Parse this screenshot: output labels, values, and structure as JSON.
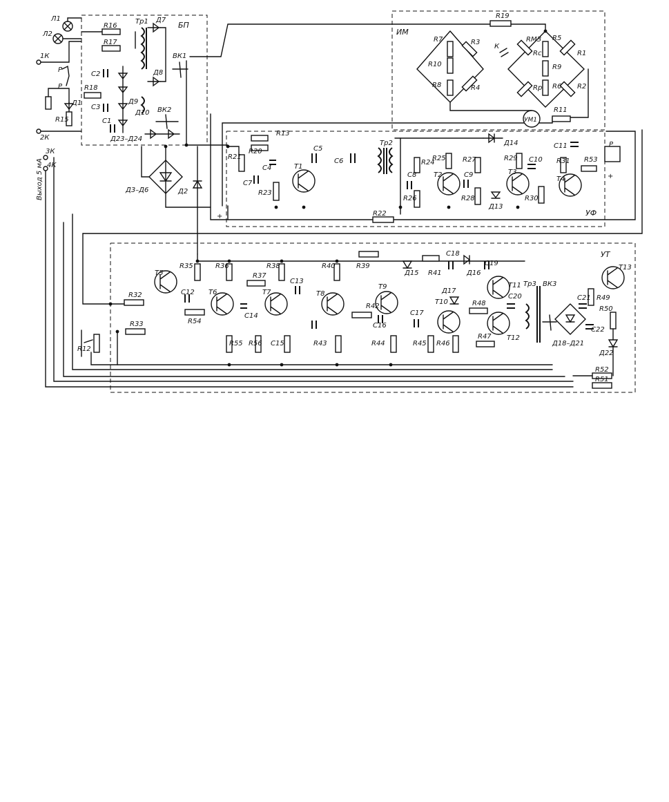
{
  "blocks": {
    "bp": "БП",
    "im": "ИМ",
    "uf": "УФ",
    "ut": "УТ"
  },
  "terminals": {
    "t1": "1К",
    "t2": "2К",
    "t3": "3К",
    "t4": "4К",
    "side_label": "Выход 5 мА"
  },
  "misc": {
    "lamp1": "Л1",
    "lamp2": "Л2",
    "relay_p": "Р",
    "k": "К",
    "plus": "+",
    "um1": "УМ1"
  },
  "bp_labels": [
    "R16",
    "R17",
    "Тр1",
    "Д7",
    "Д8",
    "ВК1",
    "R18",
    "C2",
    "C3",
    "C1",
    "Д9",
    "Д10",
    "Д1",
    "R15",
    "ВК2",
    "Д23–Д24"
  ],
  "im_labels": [
    "R19",
    "R7",
    "R3",
    "R10",
    "R8",
    "R4",
    "RМЗ",
    "R5",
    "R9",
    "R6",
    "R1",
    "R2",
    "Rс",
    "Rр",
    "R11"
  ],
  "uf_labels": [
    "R13",
    "R20",
    "R21",
    "C4",
    "C7",
    "C5",
    "C6",
    "T1",
    "R23",
    "Тр2",
    "R24",
    "C8",
    "R26",
    "R25",
    "T2",
    "R27",
    "C9",
    "R28",
    "Д14",
    "R29",
    "T3",
    "C10",
    "Д13",
    "R30",
    "C11",
    "R31",
    "T4",
    "R53",
    "R22"
  ],
  "rect_labels": [
    "Д3–Д6",
    "Д2"
  ],
  "ut_labels": [
    "T5",
    "R35",
    "R36",
    "R38",
    "R40",
    "R39",
    "T13",
    "R32",
    "C12",
    "T6",
    "R37",
    "C13",
    "T7",
    "T8",
    "T9",
    "C14",
    "R54",
    "R42",
    "Д15",
    "R41",
    "C18",
    "Д16",
    "C19",
    "Д17",
    "T10",
    "T11",
    "R48",
    "C20",
    "T12",
    "Тр3",
    "ВК3",
    "R49",
    "C21",
    "C22",
    "R50",
    "R12",
    "R33",
    "R55",
    "R56",
    "C15",
    "R43",
    "C16",
    "C17",
    "R44",
    "R45",
    "R46",
    "R47",
    "Д18–Д21",
    "Д22",
    "R52",
    "R51"
  ]
}
